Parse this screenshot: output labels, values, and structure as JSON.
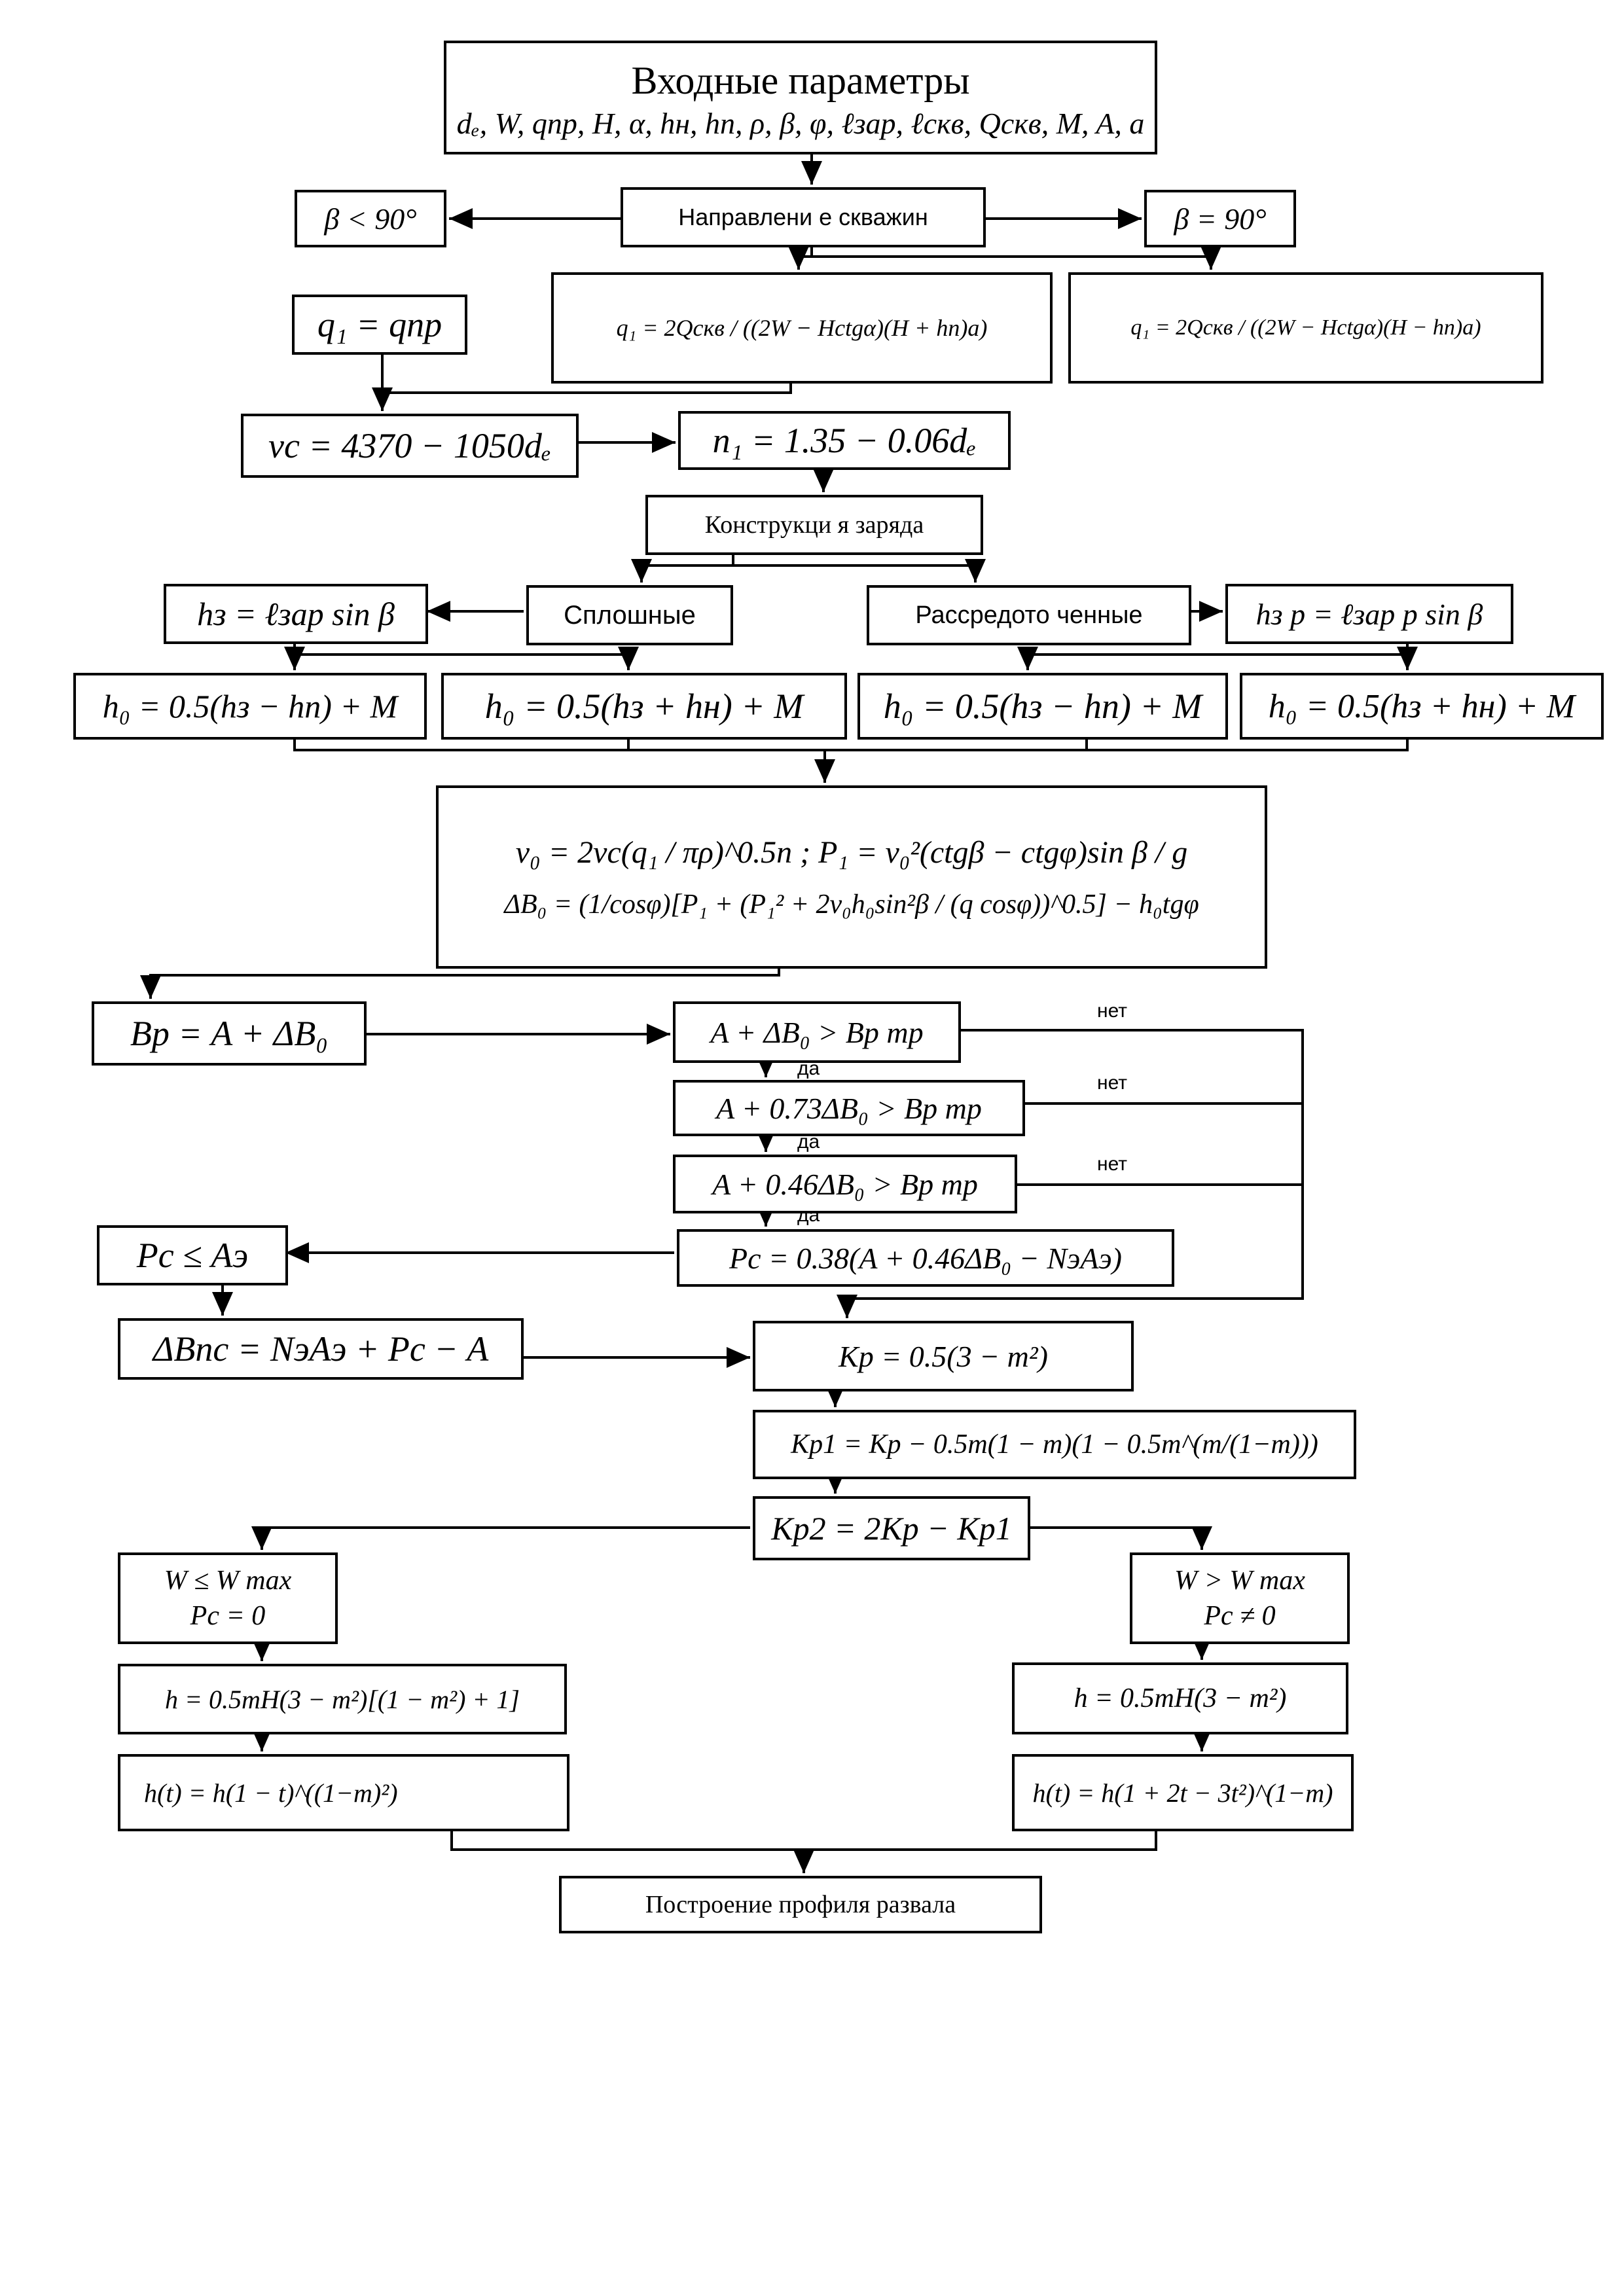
{
  "input_title": "Входные параметры",
  "input_params": "dₑ, W, qпр, H, α, hн, hп, ρ, β, φ, ℓзар, ℓскв, Qскв, M, A, a",
  "direction": {
    "label": "Направлени е скважин",
    "left": "β < 90°",
    "right": "β = 90°"
  },
  "q1_pr": "q₁ = qпр",
  "q1_left": "q₁ = 2Qскв / ((2W − Hctgα)(H + hп)a)",
  "q1_right": "q₁ = 2Qскв / ((2W − Hctgα)(H − hп)a)",
  "vc": "vс = 4370 − 1050dₑ",
  "n1": "n₁ = 1.35 − 0.06dₑ",
  "charge": {
    "label": "Конструкци я заряда",
    "solid": "Сплошные",
    "dispersed": "Рассредото ченные",
    "h_solid": "hз = ℓзар sin β",
    "h_dispersed": "hз р = ℓзар р sin β"
  },
  "h0": [
    "h₀ = 0.5(hз − hп) + M",
    "h₀ = 0.5(hз + hн) + M",
    "h₀ = 0.5(hз − hп) + M",
    "h₀ = 0.5(hз + hн) + M"
  ],
  "main_calc": {
    "line1": "v₀ = 2vс(q₁ / πρ)^0.5n ;   P₁ = v₀²(ctgβ − ctgφ)sin β / g",
    "line2": "ΔB₀ = (1/cosφ)[P₁ + (P₁² + 2v₀h₀sin²β / (q cosφ))^0.5] − h₀tgφ"
  },
  "bp": "Bр = A + ΔB₀",
  "conditions": [
    "A + ΔB₀ > Bр тр",
    "A + 0.73ΔB₀ > Bр тр",
    "A + 0.46ΔB₀ > Bр тр"
  ],
  "no_label": "нет",
  "yes_label": "да",
  "pc_formula": "Pс = 0.38(A + 0.46ΔB₀ − NэAэ)",
  "pc_cond": "Pс ≤ Aэ",
  "delta_bps": "ΔBпс = NэAэ + Pс − A",
  "kp": "Kр = 0.5(3 − m²)",
  "kp1": "Kр1 = Kр − 0.5m(1 − m)(1 − 0.5m^(m/(1−m)))",
  "kp2": "Kр2 = 2Kр − Kр1",
  "branch_left": {
    "cond1": "W ≤ W max",
    "cond2": "Pс = 0",
    "h": "h = 0.5mH(3 − m²)[(1 − m²) + 1]",
    "ht": "h(t) = h(1 − t)^((1−m)²)"
  },
  "branch_right": {
    "cond1": "W > W max",
    "cond2": "Pс ≠ 0",
    "h": "h = 0.5mH(3 − m²)",
    "ht": "h(t) = h(1 + 2t − 3t²)^(1−m)"
  },
  "final": "Построение профиля развала"
}
